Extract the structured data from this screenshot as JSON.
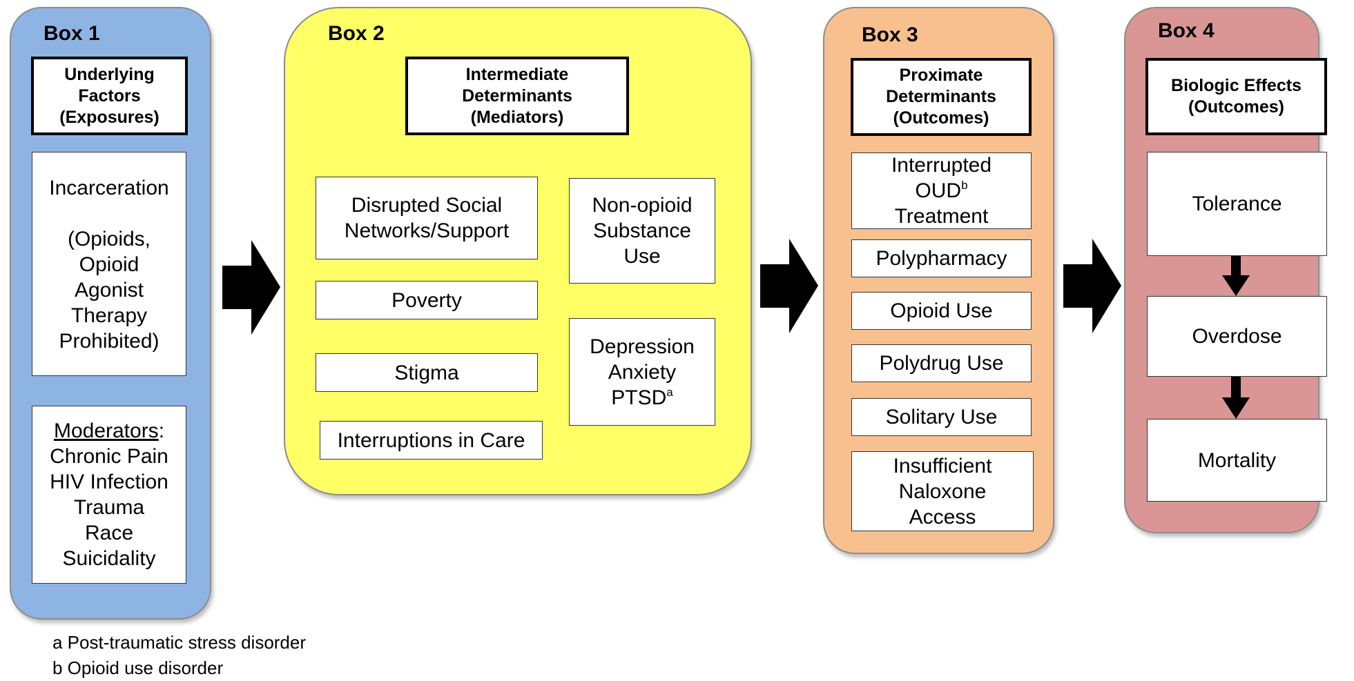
{
  "colors": {
    "box1_fill": "#8eb4e3",
    "box2_fill": "#ffff66",
    "box3_fill": "#f9c08f",
    "box4_fill": "#d99694"
  },
  "box1": {
    "label": "Box 1",
    "header": [
      "Underlying",
      "Factors",
      "(Exposures)"
    ],
    "exposure": [
      "Incarceration",
      "",
      "(Opioids,",
      "Opioid",
      "Agonist",
      "Therapy",
      "Prohibited)"
    ],
    "moderators_title": "Moderators",
    "moderators_colon": ":",
    "moderators": [
      "Chronic Pain",
      "HIV Infection",
      "Trauma",
      "Race",
      "Suicidality"
    ]
  },
  "box2": {
    "label": "Box 2",
    "header": [
      "Intermediate",
      "Determinants",
      "(Mediators)"
    ],
    "social": [
      "Disrupted Social",
      "Networks/Support"
    ],
    "poverty": "Poverty",
    "stigma": "Stigma",
    "care": "Interruptions in Care",
    "nonopioid": [
      "Non-opioid",
      "Substance",
      "Use"
    ],
    "mental": [
      "Depression",
      "Anxiety",
      "PTSD"
    ],
    "mental_sup": "a"
  },
  "box3": {
    "label": "Box 3",
    "header": [
      "Proximate",
      "Determinants",
      "(Outcomes)"
    ],
    "interrupted_1": "Interrupted",
    "interrupted_2": "OUD",
    "interrupted_sup": "b",
    "interrupted_3": "Treatment",
    "polypharmacy": "Polypharmacy",
    "opioid_use": "Opioid Use",
    "polydrug": "Polydrug Use",
    "solitary": "Solitary Use",
    "naloxone": [
      "Insufficient",
      "Naloxone",
      "Access"
    ]
  },
  "box4": {
    "label": "Box 4",
    "header": [
      "Biologic Effects",
      "(Outcomes)"
    ],
    "tolerance": "Tolerance",
    "overdose": "Overdose",
    "mortality": "Mortality"
  },
  "footnotes": [
    "a Post-traumatic stress disorder",
    "b Opioid use disorder"
  ]
}
